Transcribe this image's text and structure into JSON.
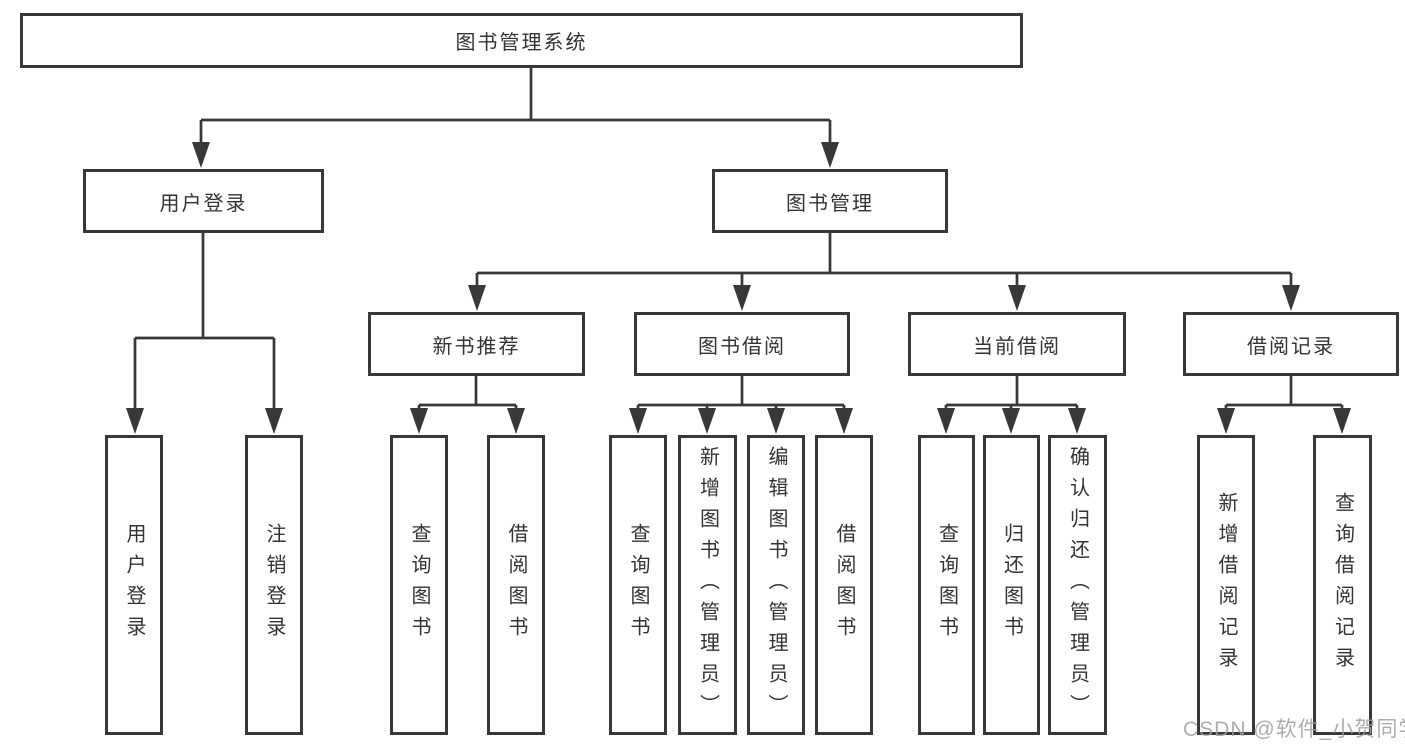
{
  "nodes": {
    "root": "图书管理系统",
    "user_login": "用户登录",
    "book_mgmt": "图书管理",
    "new_book_rec": "新书推荐",
    "book_borrow": "图书借阅",
    "current_borrow": "当前借阅",
    "borrow_record": "借阅记录",
    "ul_user_login": "用户登录",
    "ul_logout": "注销登录",
    "nb_query_book": "查询图书",
    "nb_borrow_book": "借阅图书",
    "bb_query_book": "查询图书",
    "bb_add_book": "新增图书（管理员）",
    "bb_edit_book": "编辑图书（管理员）",
    "bb_borrow_book": "借阅图书",
    "cb_query_book": "查询图书",
    "cb_return_book": "归还图书",
    "cb_confirm_return": "确认归还（管理员）",
    "br_add_record": "新增借阅记录",
    "br_query_record": "查询借阅记录"
  },
  "watermark": "CSDN @软件_小贺同学",
  "colors": {
    "line": "#383838",
    "box_border": "#383838",
    "text": "#333333",
    "watermark": "#9f9f9f",
    "background": "#ffffff"
  }
}
